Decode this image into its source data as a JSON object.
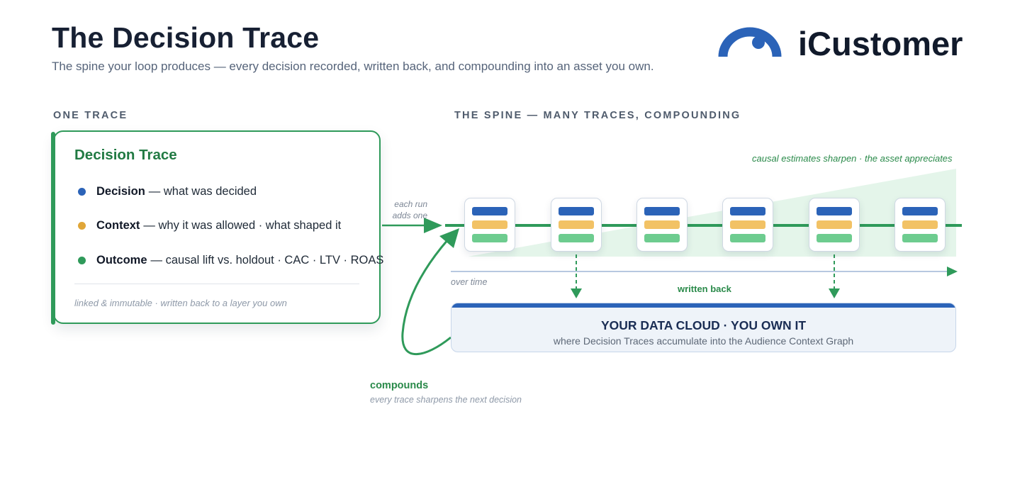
{
  "header": {
    "title": "The Decision Trace",
    "subtitle": "The spine your loop produces — every decision recorded, written back, and compounding into an asset you own.",
    "logo_text": "iCustomer",
    "logo_icon": "arc-eye-icon"
  },
  "left": {
    "section_label": "ONE TRACE",
    "card": {
      "title": "Decision Trace",
      "rows": [
        {
          "label": "Decision",
          "text": "— what was decided",
          "color": "#2b63b8"
        },
        {
          "label": "Context",
          "text": "— why it was allowed · what shaped it",
          "color": "#e0a638"
        },
        {
          "label": "Outcome",
          "text": "— causal lift vs. holdout · CAC · LTV · ROAS",
          "color": "#2f9a5a"
        }
      ],
      "footer": "linked & immutable · written back to a layer you own"
    }
  },
  "right": {
    "section_label": "THE SPINE — MANY TRACES, COMPOUNDING",
    "run_note_1": "each run",
    "run_note_2": "adds one",
    "sharpen_note": "causal estimates sharpen · the asset appreciates",
    "over_time": "over time",
    "written_back": "written back",
    "trace_count": 6,
    "cloud": {
      "title": "YOUR DATA CLOUD · YOU OWN IT",
      "subtitle": "where Decision Traces accumulate into the Audience Context Graph"
    },
    "compounds": "compounds",
    "compounds_sub": "every trace sharpens the next decision"
  },
  "colors": {
    "green": "#2f9a5a",
    "blue": "#2b63b8",
    "yellow": "#f2c265",
    "light_green": "#6dcc8f"
  }
}
